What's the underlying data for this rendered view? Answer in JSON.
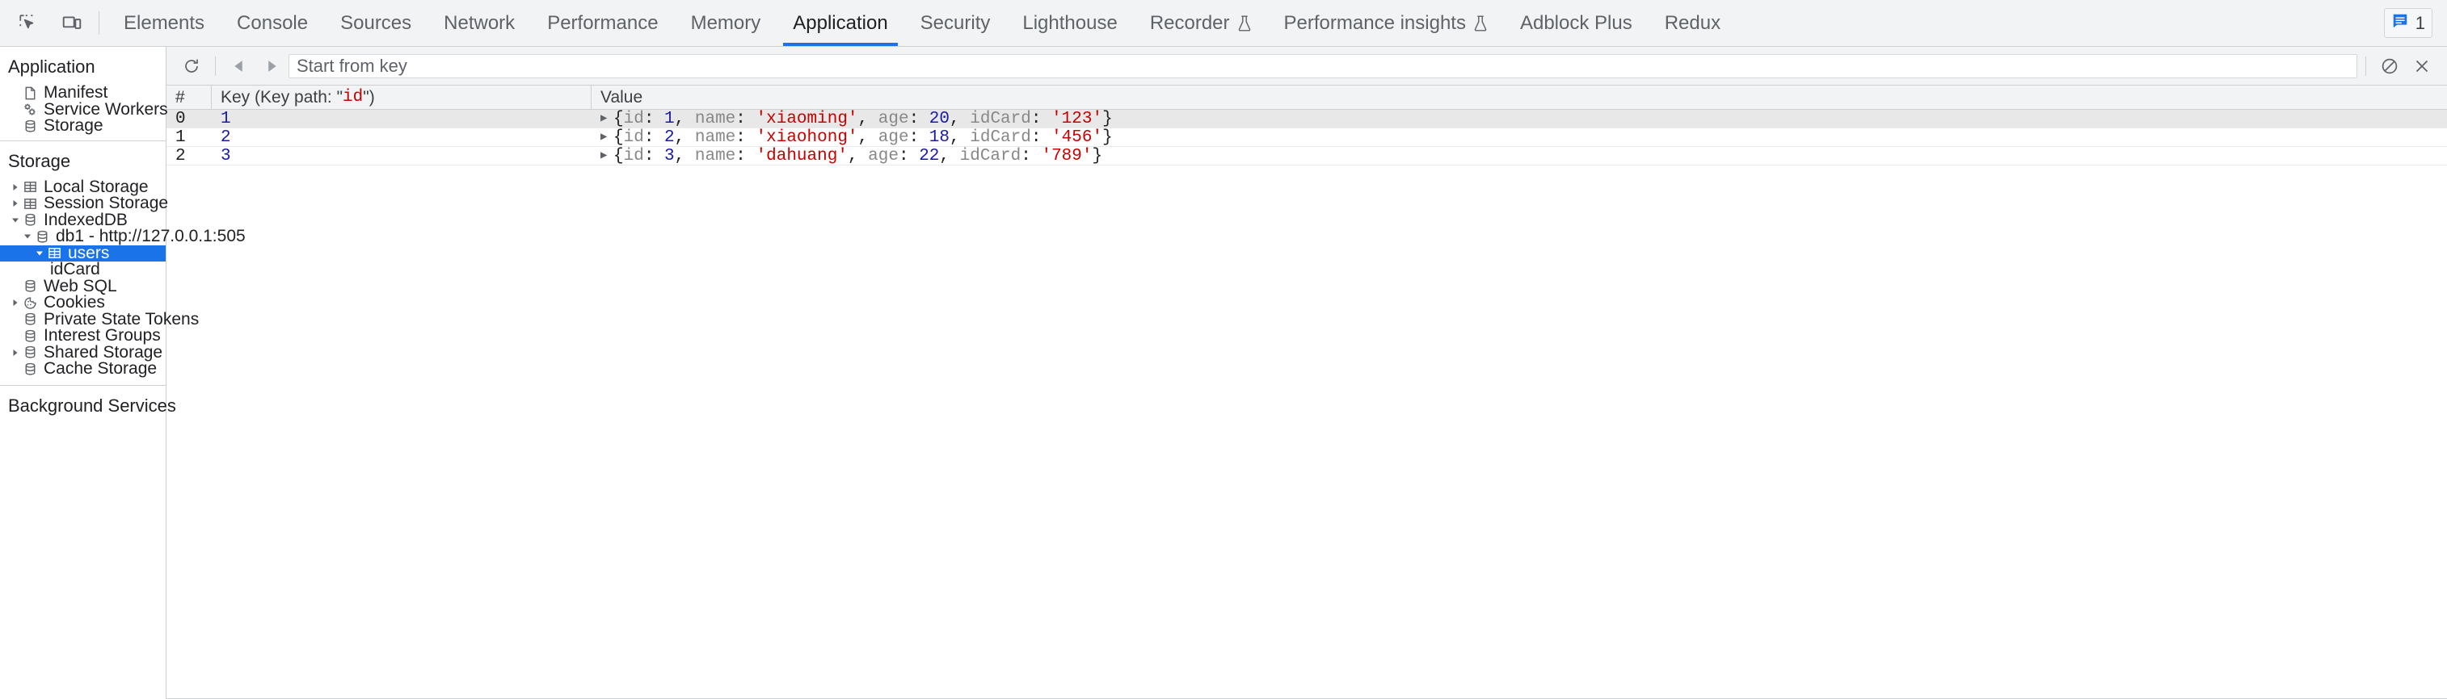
{
  "toolbar_top": {
    "inspect_icon": "inspect-element-icon",
    "device_icon": "device-toolbar-icon",
    "tabs": [
      {
        "label": "Elements",
        "active": false,
        "experimental": false
      },
      {
        "label": "Console",
        "active": false,
        "experimental": false
      },
      {
        "label": "Sources",
        "active": false,
        "experimental": false
      },
      {
        "label": "Network",
        "active": false,
        "experimental": false
      },
      {
        "label": "Performance",
        "active": false,
        "experimental": false
      },
      {
        "label": "Memory",
        "active": false,
        "experimental": false
      },
      {
        "label": "Application",
        "active": true,
        "experimental": false
      },
      {
        "label": "Security",
        "active": false,
        "experimental": false
      },
      {
        "label": "Lighthouse",
        "active": false,
        "experimental": false
      },
      {
        "label": "Recorder",
        "active": false,
        "experimental": true
      },
      {
        "label": "Performance insights",
        "active": false,
        "experimental": true
      },
      {
        "label": "Adblock Plus",
        "active": false,
        "experimental": false
      },
      {
        "label": "Redux",
        "active": false,
        "experimental": false
      }
    ],
    "message_count": "1",
    "accent_color": "#1a73e8"
  },
  "sidebar": {
    "section_application": {
      "title": "Application",
      "items": [
        {
          "label": "Manifest",
          "icon": "document-icon",
          "indent": 1,
          "triangle": "none"
        },
        {
          "label": "Service Workers",
          "icon": "gears-icon",
          "indent": 1,
          "triangle": "none"
        },
        {
          "label": "Storage",
          "icon": "database-icon",
          "indent": 1,
          "triangle": "none"
        }
      ]
    },
    "section_storage": {
      "title": "Storage",
      "items": [
        {
          "label": "Local Storage",
          "icon": "table-icon",
          "indent": 1,
          "triangle": "collapsed",
          "selected": false
        },
        {
          "label": "Session Storage",
          "icon": "table-icon",
          "indent": 1,
          "triangle": "collapsed",
          "selected": false
        },
        {
          "label": "IndexedDB",
          "icon": "database-icon",
          "indent": 1,
          "triangle": "expanded",
          "selected": false
        },
        {
          "label": "db1 - http://127.0.0.1:505",
          "icon": "database-icon",
          "indent": 2,
          "triangle": "expanded",
          "selected": false
        },
        {
          "label": "users",
          "icon": "table-icon",
          "indent": 3,
          "triangle": "expanded",
          "selected": true
        },
        {
          "label": "idCard",
          "icon": "none",
          "indent": 4,
          "triangle": "none",
          "selected": false
        },
        {
          "label": "Web SQL",
          "icon": "database-icon",
          "indent": 1,
          "triangle": "none",
          "selected": false
        },
        {
          "label": "Cookies",
          "icon": "cookie-icon",
          "indent": 1,
          "triangle": "collapsed",
          "selected": false
        },
        {
          "label": "Private State Tokens",
          "icon": "database-icon",
          "indent": 1,
          "triangle": "none",
          "selected": false
        },
        {
          "label": "Interest Groups",
          "icon": "database-icon",
          "indent": 1,
          "triangle": "none",
          "selected": false
        },
        {
          "label": "Shared Storage",
          "icon": "database-icon",
          "indent": 1,
          "triangle": "collapsed",
          "selected": false
        },
        {
          "label": "Cache Storage",
          "icon": "database-icon",
          "indent": 1,
          "triangle": "none",
          "selected": false
        }
      ]
    },
    "section_background": {
      "title": "Background Services"
    }
  },
  "main_toolbar": {
    "refresh_icon": "refresh-icon",
    "prev_icon": "previous-page-icon",
    "next_icon": "next-page-icon",
    "clear_icon": "clear-object-store-icon",
    "delete_icon": "delete-selected-icon",
    "start_from_key_placeholder": "Start from key",
    "start_from_key_value": ""
  },
  "grid": {
    "columns": {
      "index": "#",
      "key_prefix": "Key (Key path: \"",
      "key_path": "id",
      "key_suffix": "\")",
      "value": "Value"
    },
    "rows": [
      {
        "index": "0",
        "key": "1",
        "value_text": "{id: 1, name: 'xiaoming', age: 20, idCard: '123'}",
        "value_parts": [
          {
            "t": "{",
            "k": "punct"
          },
          {
            "t": "id",
            "k": "prop"
          },
          {
            "t": ": ",
            "k": "punct"
          },
          {
            "t": "1",
            "k": "num"
          },
          {
            "t": ", ",
            "k": "punct"
          },
          {
            "t": "name",
            "k": "prop"
          },
          {
            "t": ": ",
            "k": "punct"
          },
          {
            "t": "'xiaoming'",
            "k": "str"
          },
          {
            "t": ", ",
            "k": "punct"
          },
          {
            "t": "age",
            "k": "prop"
          },
          {
            "t": ": ",
            "k": "punct"
          },
          {
            "t": "20",
            "k": "num"
          },
          {
            "t": ", ",
            "k": "punct"
          },
          {
            "t": "idCard",
            "k": "prop"
          },
          {
            "t": ": ",
            "k": "punct"
          },
          {
            "t": "'123'",
            "k": "str"
          },
          {
            "t": "}",
            "k": "punct"
          }
        ]
      },
      {
        "index": "1",
        "key": "2",
        "value_text": "{id: 2, name: 'xiaohong', age: 18, idCard: '456'}",
        "value_parts": [
          {
            "t": "{",
            "k": "punct"
          },
          {
            "t": "id",
            "k": "prop"
          },
          {
            "t": ": ",
            "k": "punct"
          },
          {
            "t": "2",
            "k": "num"
          },
          {
            "t": ", ",
            "k": "punct"
          },
          {
            "t": "name",
            "k": "prop"
          },
          {
            "t": ": ",
            "k": "punct"
          },
          {
            "t": "'xiaohong'",
            "k": "str"
          },
          {
            "t": ", ",
            "k": "punct"
          },
          {
            "t": "age",
            "k": "prop"
          },
          {
            "t": ": ",
            "k": "punct"
          },
          {
            "t": "18",
            "k": "num"
          },
          {
            "t": ", ",
            "k": "punct"
          },
          {
            "t": "idCard",
            "k": "prop"
          },
          {
            "t": ": ",
            "k": "punct"
          },
          {
            "t": "'456'",
            "k": "str"
          },
          {
            "t": "}",
            "k": "punct"
          }
        ]
      },
      {
        "index": "2",
        "key": "3",
        "value_text": "{id: 3, name: 'dahuang', age: 22, idCard: '789'}",
        "value_parts": [
          {
            "t": "{",
            "k": "punct"
          },
          {
            "t": "id",
            "k": "prop"
          },
          {
            "t": ": ",
            "k": "punct"
          },
          {
            "t": "3",
            "k": "num"
          },
          {
            "t": ", ",
            "k": "punct"
          },
          {
            "t": "name",
            "k": "prop"
          },
          {
            "t": ": ",
            "k": "punct"
          },
          {
            "t": "'dahuang'",
            "k": "str"
          },
          {
            "t": ", ",
            "k": "punct"
          },
          {
            "t": "age",
            "k": "prop"
          },
          {
            "t": ": ",
            "k": "punct"
          },
          {
            "t": "22",
            "k": "num"
          },
          {
            "t": ", ",
            "k": "punct"
          },
          {
            "t": "idCard",
            "k": "prop"
          },
          {
            "t": ": ",
            "k": "punct"
          },
          {
            "t": "'789'",
            "k": "str"
          },
          {
            "t": "}",
            "k": "punct"
          }
        ]
      }
    ]
  },
  "colors": {
    "accent": "#1a73e8",
    "string": "#c80000",
    "number": "#1a1aa6",
    "property": "#888888",
    "chrome_bg": "#f1f3f4"
  }
}
